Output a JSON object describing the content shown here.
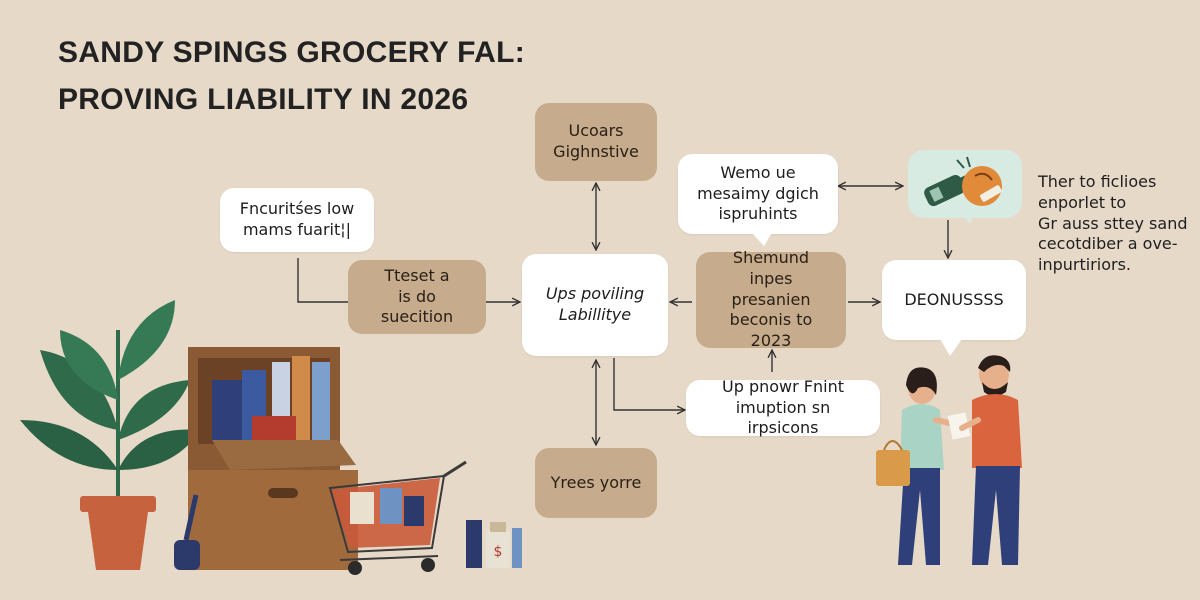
{
  "title": {
    "line1": "SANDY SPINGS GROCERY FAL:",
    "line2": "PROVING LIABILITY IN 2026"
  },
  "nodes": {
    "top": "Ucoars\nGighnstive",
    "left_callout": "Fncuritśes low\nmams fuarit¦|",
    "left_box": "Tteset a\nis do suecition",
    "center": "Ups poviling\nLabillitye",
    "upper_mid_callout": "Wemo ue\nmesaimy dgich\nispruhints",
    "mid_box": "Shemund\ninpes presanien\nbeconis to 2023",
    "right_callout": "DEONUSSSS",
    "lower_right_box": "Up pnowr Fnint\nimuption sn irpsicons",
    "bottom": "Yrees yorre"
  },
  "side_text": "Ther to ficlioes\nenporlet to\nGr auss sttey sand\ncecotdiber a ove-\ninpurtiriors.",
  "colors": {
    "background": "#e6d9c8",
    "tan_box": "#c6ab8d",
    "callout": "#ffffff",
    "icon_bubble": "#d7ebe3",
    "plant": "#2f6b4b",
    "pot": "#c6623e",
    "crate": "#8a5a35"
  },
  "icons": [
    "grocery-bottles-icon",
    "shopping-cart-icon",
    "potted-plant-icon",
    "people-discussion-icon",
    "spilled-bottle-icon"
  ]
}
